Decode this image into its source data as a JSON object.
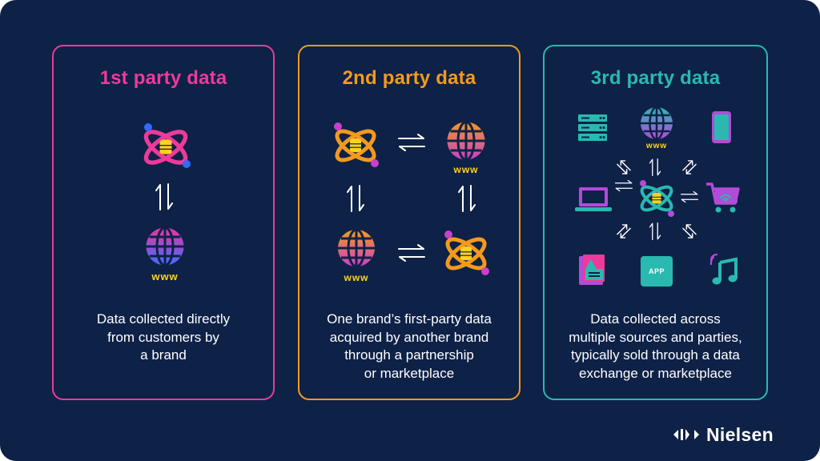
{
  "cards": [
    {
      "title": "1st party data",
      "description": "Data collected directly\nfrom customers by\na brand",
      "color": "#ee3a9a"
    },
    {
      "title": "2nd party data",
      "description": "One brand’s first-party data\nacquired by another brand\nthrough a partnership\nor marketplace",
      "color": "#f39a1d"
    },
    {
      "title": "3rd party data",
      "description": "Data collected across\nmultiple sources and parties,\ntypically sold through a data\nexchange or marketplace",
      "color": "#29b9b0"
    }
  ],
  "icon_labels": {
    "www": "www",
    "app": "APP"
  },
  "logo": {
    "wordmark": "Nielsen"
  },
  "colors": {
    "background": "#0e2147",
    "pink": "#ee3a9a",
    "orange": "#f39a1d",
    "teal": "#29b9b0",
    "purple": "#b24bd8",
    "blue": "#2f6bff",
    "yellow": "#ffd21f"
  },
  "icons": [
    "atom-database-icon",
    "globe-www-icon",
    "swap-arrows-icon",
    "server-icon",
    "smartphone-icon",
    "laptop-icon",
    "shopping-cart-icon",
    "book-icon",
    "app-icon",
    "music-note-icon",
    "nielsen-logo-icon"
  ]
}
